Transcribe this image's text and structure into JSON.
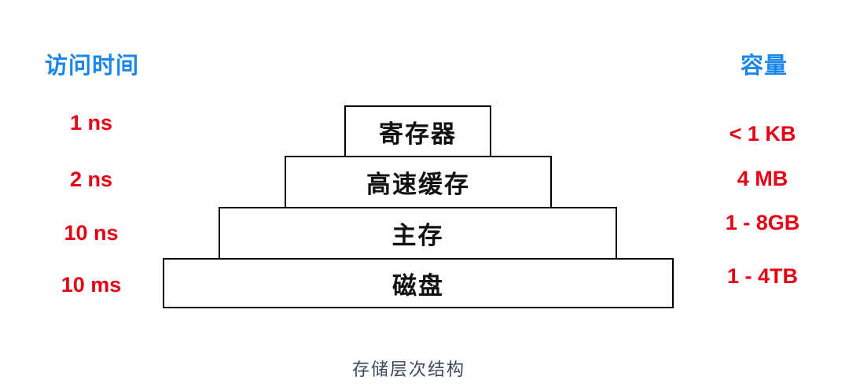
{
  "diagram": {
    "title": "存储层次结构",
    "left_header": "访问时间",
    "right_header": "容量",
    "levels": [
      {
        "time": "1 ns",
        "name": "寄存器",
        "capacity": "< 1 KB"
      },
      {
        "time": "2 ns",
        "name": "高速缓存",
        "capacity": "4 MB"
      },
      {
        "time": "10 ns",
        "name": "主存",
        "capacity": "1 - 8GB"
      },
      {
        "time": "10 ms",
        "name": "磁盘",
        "capacity": "1 - 4TB"
      }
    ],
    "colors": {
      "header_blue": "#1b87ea",
      "value_red": "#e60014",
      "box_border": "#000000",
      "box_fill": "#ffffff",
      "caption_gray": "#3e4a5a",
      "background": "#ffffff"
    }
  }
}
